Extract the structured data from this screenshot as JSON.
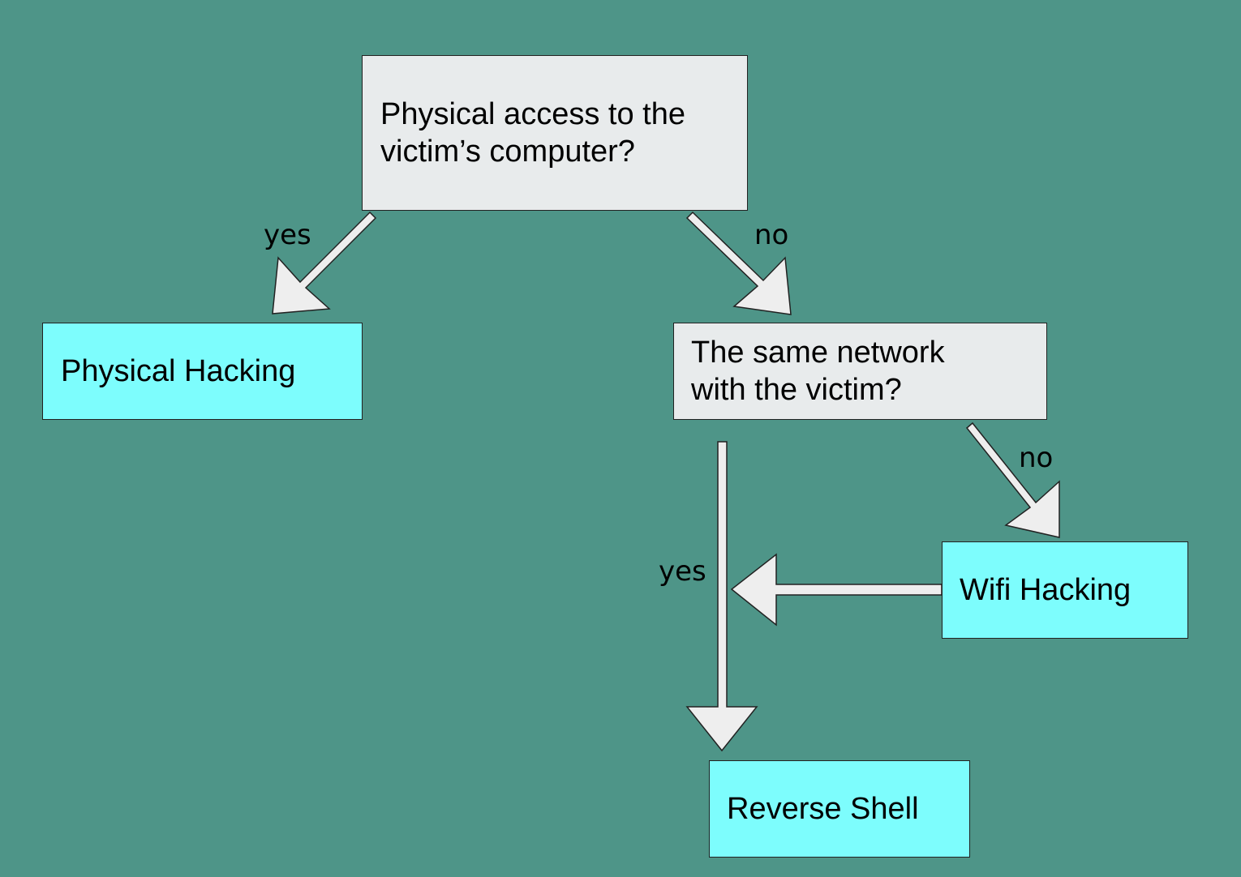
{
  "nodes": {
    "q1": {
      "text": "Physical access to the\nvictim’s computer?"
    },
    "q2": {
      "text": "The same network\nwith the victim?"
    },
    "physical": {
      "text": "Physical Hacking"
    },
    "wifi": {
      "text": "Wifi Hacking"
    },
    "reverse": {
      "text": "Reverse Shell"
    }
  },
  "edges": {
    "q1_yes": "yes",
    "q1_no": "no",
    "q2_no": "no",
    "q2_yes": "yes"
  },
  "colors": {
    "background": "#4e9588",
    "question_fill": "#e8ebec",
    "outcome_fill": "#7dfdfd",
    "arrow_fill": "#eeeeee",
    "stroke": "#222222"
  }
}
